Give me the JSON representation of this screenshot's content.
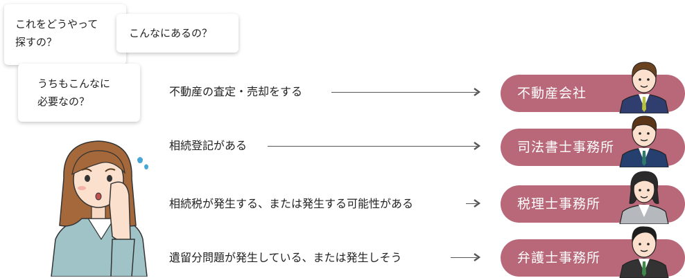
{
  "bubbles": {
    "b1_line1": "これをどうやって",
    "b1_line2": "探すの？",
    "b2": "こんなにあるの？",
    "b3_line1": "うちもこんなに",
    "b3_line2": "必要なの？"
  },
  "rows": [
    {
      "situation": "不動産の査定・売却をする",
      "expert": "不動産会社"
    },
    {
      "situation": "相続登記がある",
      "expert": "司法書士事務所"
    },
    {
      "situation": "相続税が発生する、または発生する可能性がある",
      "expert": "税理士事務所"
    },
    {
      "situation": "遺留分問題が発生している、または発生しそう",
      "expert": "弁護士事務所"
    }
  ],
  "colors": {
    "pill": "#b86878",
    "arrow": "#555555"
  }
}
